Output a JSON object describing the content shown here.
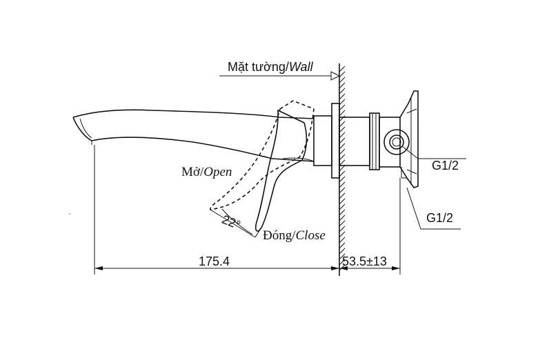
{
  "labels": {
    "wall_prefix": "Mặt tường/",
    "wall_suffix": "Wall",
    "open_prefix": "Mở/",
    "open_suffix": "Open",
    "close_prefix": "Đóng/",
    "close_suffix": "Close",
    "angle": "22°",
    "thread_top": "G1/2",
    "thread_bottom": "G1/2"
  },
  "dimensions": {
    "spout_length": "175.4",
    "wall_depth": "53.5±13"
  }
}
